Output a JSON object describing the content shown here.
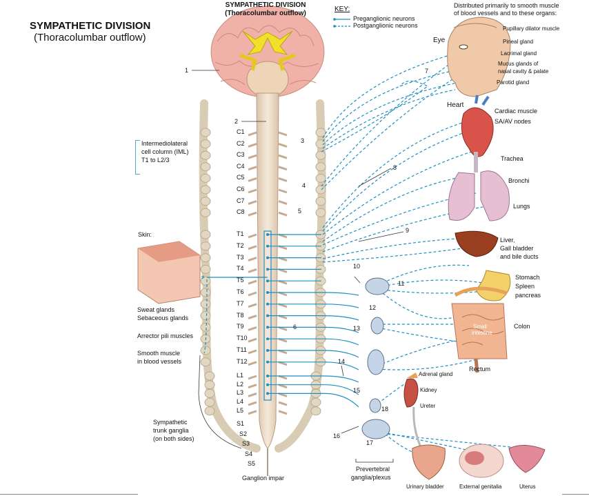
{
  "header": {
    "title": "SYMPATHETIC DIVISION",
    "subtitle": "(Thoracolumbar outflow)",
    "top_title_1": "SYMPATHETIC DIVISION",
    "top_title_2": "(Thoracolumbar outflow)"
  },
  "key": {
    "title": "KEY:",
    "pre": "Preganglionic neurons",
    "post": "Postganglionic neurons"
  },
  "distributed": {
    "line1": "Distributed primarily to smooth muscle",
    "line2": "of blood vessels and to these organs:"
  },
  "iml": {
    "line1": "Intermediolateral",
    "line2": "cell column (IML)",
    "line3": "T1 to L2/3"
  },
  "segments": [
    "C1",
    "C2",
    "C3",
    "C4",
    "C5",
    "C6",
    "C7",
    "C8",
    "T1",
    "T2",
    "T3",
    "T4",
    "T5",
    "T6",
    "T7",
    "T8",
    "T9",
    "T10",
    "T11",
    "T12",
    "L1",
    "L2",
    "L3",
    "L4",
    "L5",
    "S1",
    "S2",
    "S3",
    "S4",
    "S5"
  ],
  "numbers": [
    "1",
    "2",
    "3",
    "4",
    "5",
    "6",
    "7",
    "8",
    "9",
    "10",
    "11",
    "12",
    "13",
    "14",
    "15",
    "16",
    "17",
    "18"
  ],
  "skin": {
    "label": "Skin:",
    "sweat": "Sweat glands",
    "sebaceous": "Sebaceous glands",
    "arrector": "Arrector pili muscles",
    "smooth1": "Smooth muscle",
    "smooth2": "in blood vessels"
  },
  "trunk": {
    "line1": "Sympathetic",
    "line2": "trunk ganglia",
    "line3": "(on both sides)",
    "impar": "Ganglion impar"
  },
  "prevertebral": {
    "line1": "Prevertebral",
    "line2": "ganglia/plexus"
  },
  "organs": {
    "eye": "Eye",
    "pupillary": "Pupillary dilator muscle",
    "pineal": "Pineal gland",
    "lacrimal": "Lacrimal gland",
    "mucus1": "Mucus glands of",
    "mucus2": "nasal cavity & palate",
    "parotid": "Parotid gland",
    "heart": "Heart",
    "cardiac": "Cardiac muscle",
    "savav": "SA/AV nodes",
    "trachea": "Trachea",
    "bronchi": "Bronchi",
    "lungs": "Lungs",
    "liver1": "Liver,",
    "liver2": "Gall bladder",
    "liver3": "and bile ducts",
    "stomach1": "Stomach",
    "stomach2": "Spleen",
    "stomach3": "pancreas",
    "small1": "Small",
    "small2": "intestine",
    "colon": "Colon",
    "rectum": "Rectum",
    "adrenal": "Adrenal gland",
    "kidney": "Kidney",
    "ureter": "Ureter",
    "bladder": "Urinary bladder",
    "genitalia": "External genitalia",
    "uterus": "Uterus"
  },
  "colors": {
    "nerve": "#1c8fc0",
    "cord": "#e9d8c4",
    "chain": "#ddd2bc",
    "brain": "#f1b9b0",
    "ganglion": "#c7d6e8"
  }
}
